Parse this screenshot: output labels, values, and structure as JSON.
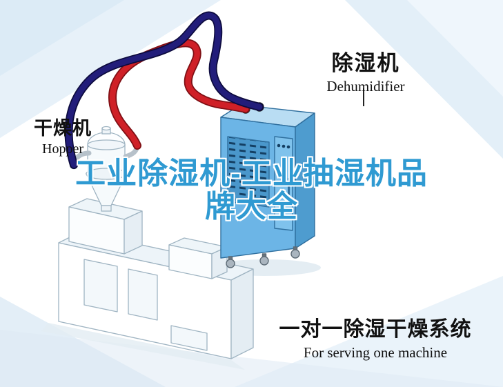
{
  "poster": {
    "title": {
      "line1": "工业除湿机-工业抽湿机品",
      "line2": "牌大全",
      "color": "#2f9ad2"
    },
    "labels": {
      "dehumidifier_zh": "除湿机",
      "dehumidifier_en": "Dehumidifier",
      "hopper_zh": "干燥机",
      "hopper_en": "Hopper"
    },
    "caption": {
      "zh": "一对一除湿干燥系统",
      "en": "For serving one machine"
    },
    "illustration": {
      "hoses": [
        {
          "name": "navy-hose",
          "color": "#221d7a"
        },
        {
          "name": "red-hose",
          "color": "#cf2027"
        }
      ],
      "dehumidifier_body_color": "#6cb5e6",
      "background_tint": "#e3eef8"
    }
  }
}
